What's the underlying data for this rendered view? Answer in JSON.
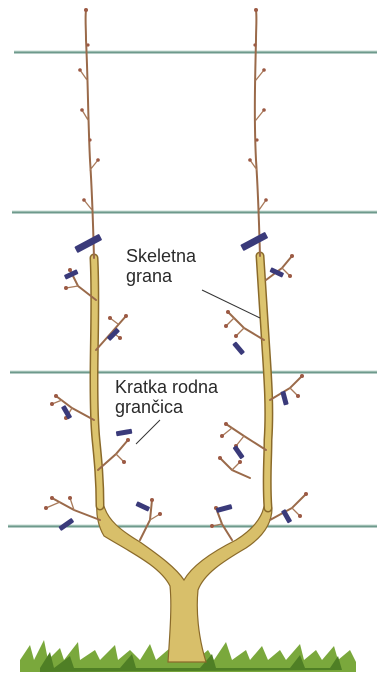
{
  "labels": {
    "skeletal_branch": [
      "Skeletna",
      "grana"
    ],
    "fruiting_spur": [
      "Kratka rodna",
      "grančica"
    ]
  },
  "colors": {
    "background": "#ffffff",
    "wire": "#6e9a8c",
    "trunk": "#d8bf6a",
    "bark_outline": "#8a6a2a",
    "twig": "#9a6a4a",
    "tie": "#3a3a7a",
    "grass": "#7aa83c"
  }
}
